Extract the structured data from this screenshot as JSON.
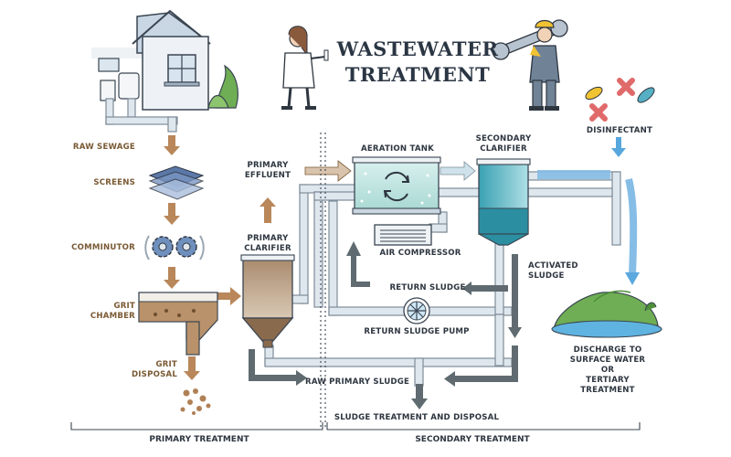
{
  "title": {
    "line1": "WASTEWATER",
    "line2": "TREATMENT"
  },
  "labels": {
    "raw_sewage": "RAW SEWAGE",
    "screens": "SCREENS",
    "comminutor": "COMMINUTOR",
    "grit_chamber_1": "GRIT",
    "grit_chamber_2": "CHAMBER",
    "grit_disposal_1": "GRIT",
    "grit_disposal_2": "DISPOSAL",
    "primary_effluent_1": "PRIMARY",
    "primary_effluent_2": "EFFLUENT",
    "primary_clarifier_1": "PRIMARY",
    "primary_clarifier_2": "CLARIFIER",
    "aeration_tank": "AERATION TANK",
    "secondary_clarifier_1": "SECONDARY",
    "secondary_clarifier_2": "CLARIFIER",
    "disinfectant": "DISINFECTANT",
    "air_compressor": "AIR COMPRESSOR",
    "activated_sludge_1": "ACTIVATED",
    "activated_sludge_2": "SLUDGE",
    "return_sludge": "RETURN SLUDGE",
    "return_sludge_pump": "RETURN SLUDGE PUMP",
    "raw_primary_sludge": "RAW PRIMARY SLUDGE",
    "sludge_treatment": "SLUDGE TREATMENT AND DISPOSAL",
    "discharge_1": "DISCHARGE TO",
    "discharge_2": "SURFACE WATER",
    "discharge_3": "OR",
    "discharge_4": "TERTIARY",
    "discharge_5": "TREATMENT"
  },
  "sections": {
    "primary": "PRIMARY TREATMENT",
    "secondary": "SECONDARY TREATMENT"
  },
  "colors": {
    "brown_label": "#7a5a34",
    "dark_label": "#2e3640",
    "pipe": "#dfe7ee",
    "pipe_outline": "#7e8c98",
    "flow_blue": "#86bde6",
    "sludge_arrow": "#5f6b70",
    "brown_arrow": "#b9875a",
    "green": "#6fae54"
  }
}
